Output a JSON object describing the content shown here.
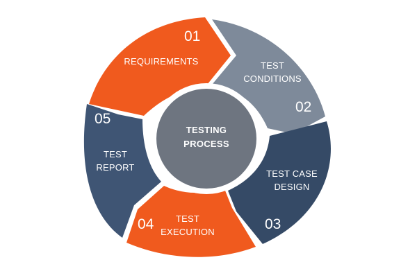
{
  "center": {
    "lines": [
      "TESTING",
      "PROCESS"
    ],
    "color": "#6e7580",
    "ring_color": "#ffffff"
  },
  "steps": [
    {
      "number": "01",
      "lines": [
        "REQUIREMENTS"
      ],
      "color": "#f05a1e"
    },
    {
      "number": "02",
      "lines": [
        "TEST",
        "CONDITIONS"
      ],
      "color": "#7e8a9a"
    },
    {
      "number": "03",
      "lines": [
        "TEST CASE",
        "DESIGN"
      ],
      "color": "#354a66"
    },
    {
      "number": "04",
      "lines": [
        "TEST",
        "EXECUTION"
      ],
      "color": "#f05a1e"
    },
    {
      "number": "05",
      "lines": [
        "TEST",
        "REPORT"
      ],
      "color": "#3f5574"
    }
  ]
}
